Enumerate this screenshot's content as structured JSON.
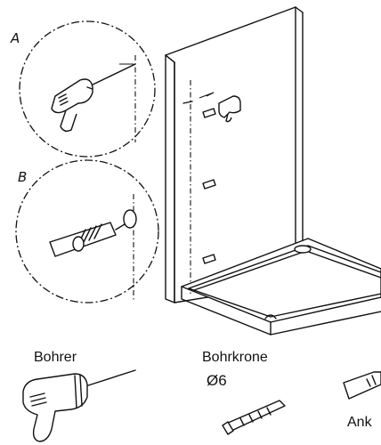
{
  "steps": {
    "a": "A",
    "b": "B"
  },
  "tools": {
    "drill": "Bohrer",
    "bit": "Bohrkrone",
    "bit_size": "Ø6",
    "anchor": "Ank"
  },
  "icons": [
    "drill-icon",
    "drill-bit-icon",
    "wall-anchor-icon",
    "shower-tray-icon",
    "wall-panel-icon"
  ]
}
